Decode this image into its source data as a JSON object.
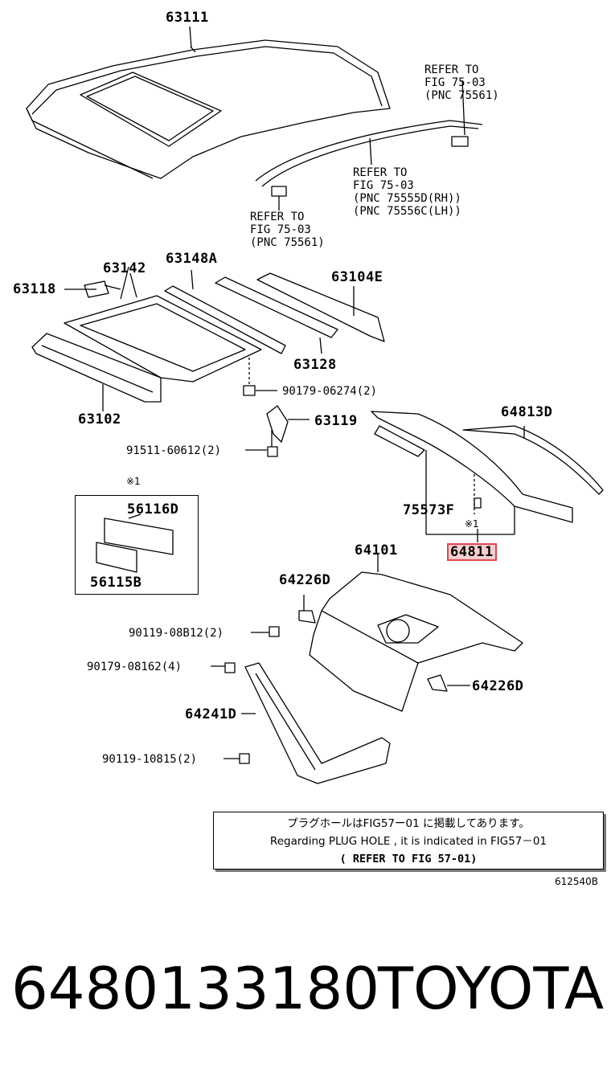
{
  "labels": {
    "p63111": "63111",
    "p63142": "63142",
    "p63148A": "63148A",
    "p63104E": "63104E",
    "p63118": "63118",
    "p63128": "63128",
    "p63102": "63102",
    "p63119": "63119",
    "p64813D": "64813D",
    "p75573F": "75573F",
    "p64811": "64811",
    "p56116D": "56116D",
    "p56115B": "56115B",
    "p64101": "64101",
    "p64226D_a": "64226D",
    "p64226D_b": "64226D",
    "p64241D": "64241D"
  },
  "fasteners": {
    "f90179_06274": "90179-06274(2)",
    "f91511_60612": "91511-60612(2)",
    "f90119_08B12": "90119-08B12(2)",
    "f90179_08162": "90179-08162(4)",
    "f90119_10815": "90119-10815(2)"
  },
  "refs": {
    "ref1": "REFER TO\nFIG 75-03\n(PNC 75561)",
    "ref2": "REFER TO\nFIG 75-03\n(PNC 75555D(RH))\n(PNC 75556C(LH))",
    "ref3": "REFER TO\nFIG 75-03\n(PNC 75561)"
  },
  "marks": {
    "inset_mark": "※1",
    "glass_mark": "※1"
  },
  "note": {
    "line1": "プラグホールはFIG57ー01 に掲載してあります。",
    "line2": "Regarding  PLUG  HOLE  ,  it  is  indicated  in  FIG57－01",
    "line3": "(  REFER TO FIG 57-01)"
  },
  "figure_code": "612540B",
  "caption": {
    "part_number": "6480133180",
    "brand": "TOYOTA"
  },
  "colors": {
    "highlight_border": "#e0474c",
    "highlight_fill": "#f7cfd0"
  }
}
